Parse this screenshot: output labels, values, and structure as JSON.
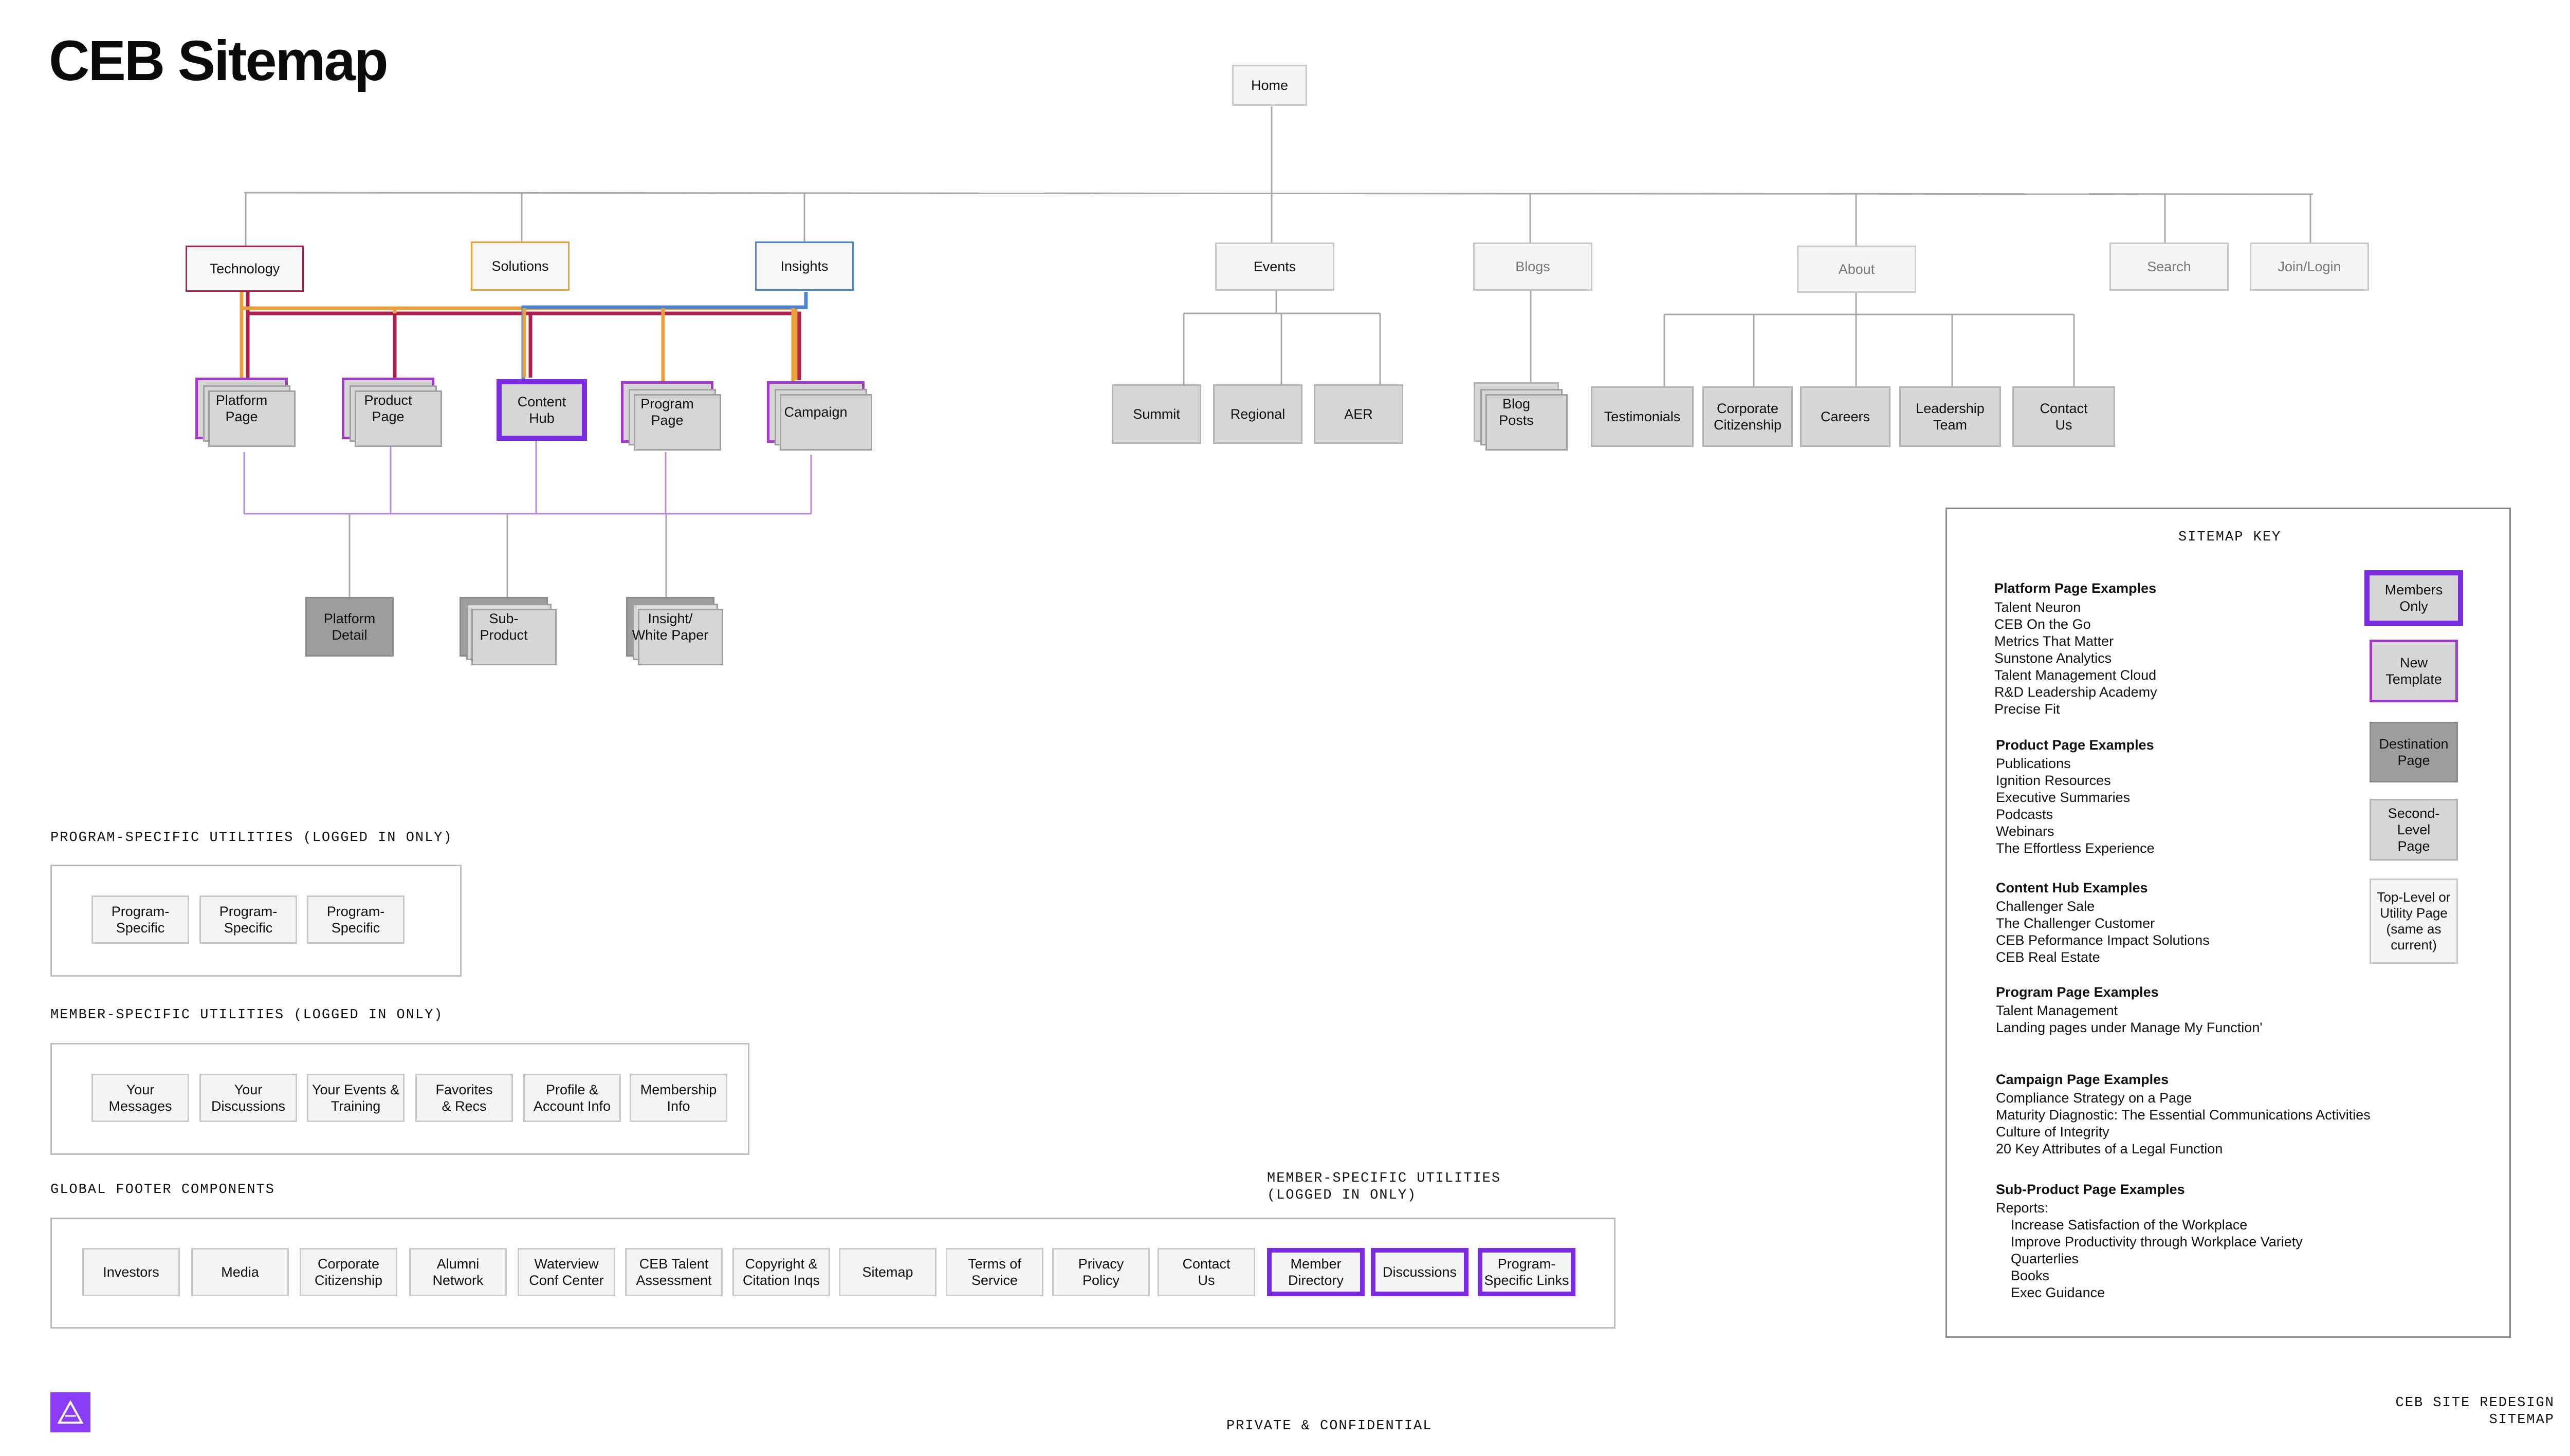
{
  "title": "CEB Sitemap",
  "home": "Home",
  "top_level": {
    "technology": "Technology",
    "solutions": "Solutions",
    "insights": "Insights",
    "events": "Events",
    "blogs": "Blogs",
    "about": "About",
    "search": "Search",
    "join_login": "Join/Login"
  },
  "template_pages": {
    "platform": "Platform\nPage",
    "product": "Product\nPage",
    "content_hub": "Content\nHub",
    "program": "Program\nPage",
    "campaign": "Campaign"
  },
  "destinations": {
    "platform_detail": "Platform\nDetail",
    "sub_product": "Sub-\nProduct",
    "insight": "Insight/\nWhite Paper"
  },
  "events_children": [
    "Summit",
    "Regional",
    "AER"
  ],
  "blog_child": "Blog\nPosts",
  "about_children": [
    "Testimonials",
    "Corporate\nCitizenship",
    "Careers",
    "Leadership\nTeam",
    "Contact\nUs"
  ],
  "program_utilities": {
    "heading": "PROGRAM-SPECIFIC UTILITIES (LOGGED IN ONLY)",
    "items": [
      "Program-\nSpecific",
      "Program-\nSpecific",
      "Program-\nSpecific"
    ]
  },
  "member_utilities": {
    "heading": "MEMBER-SPECIFIC UTILITIES (LOGGED IN ONLY)",
    "items": [
      "Your\nMessages",
      "Your\nDiscussions",
      "Your Events &\nTraining",
      "Favorites\n& Recs",
      "Profile &\nAccount Info",
      "Membership\nInfo"
    ]
  },
  "footer": {
    "heading": "GLOBAL FOOTER COMPONENTS",
    "member_heading": "MEMBER-SPECIFIC UTILITIES\n(LOGGED IN ONLY)",
    "items": [
      "Investors",
      "Media",
      "Corporate\nCitizenship",
      "Alumni\nNetwork",
      "Waterview\nConf Center",
      "CEB Talent\nAssessment",
      "Copyright &\nCitation Inqs",
      "Sitemap",
      "Terms of\nService",
      "Privacy\nPolicy",
      "Contact\nUs"
    ],
    "member_items": [
      "Member\nDirectory",
      "Discussions",
      "Program-\nSpecific Links"
    ]
  },
  "key": {
    "title": "SITEMAP KEY",
    "sections": [
      {
        "heading": "Platform Page Examples",
        "items": [
          "Talent Neuron",
          "CEB On the Go",
          "Metrics That Matter",
          "Sunstone Analytics",
          "Talent Management Cloud",
          "R&D Leadership Academy",
          "Precise Fit"
        ]
      },
      {
        "heading": "Product Page Examples",
        "items": [
          "Publications",
          "Ignition Resources",
          "Executive Summaries",
          "Podcasts",
          "Webinars",
          "The Effortless Experience"
        ]
      },
      {
        "heading": "Content Hub Examples",
        "items": [
          "Challenger Sale",
          "The Challenger Customer",
          "CEB Peformance Impact Solutions",
          "CEB Real Estate"
        ]
      },
      {
        "heading": "Program Page Examples",
        "items": [
          "Talent Management",
          "Landing pages under Manage My Function'"
        ]
      },
      {
        "heading": "Campaign Page Examples",
        "items": [
          "Compliance Strategy on a Page",
          "Maturity Diagnostic: The Essential Communications Activities",
          "Culture of Integrity",
          "20 Key Attributes of a Legal Function"
        ]
      },
      {
        "heading": "Sub-Product Page Examples",
        "items": [
          "Reports:",
          "Increase Satisfaction of the Workplace",
          "Improve Productivity through Workplace Variety",
          "Quarterlies",
          "Books",
          "Exec Guidance"
        ]
      }
    ],
    "legend": [
      "Members\nOnly",
      "New\nTemplate",
      "Destination\nPage",
      "Second-\nLevel\nPage",
      "Top-Level or\nUtility Page\n(same as\ncurrent)"
    ]
  },
  "confidential": "PRIVATE & CONFIDENTIAL",
  "project": "CEB SITE REDESIGN\nSITEMAP",
  "colors": {
    "members_only": "#7a2be0",
    "new_template": "#a13bcc",
    "technology": "#b01e4a",
    "solutions": "#e8a13a",
    "insights": "#4f86d4",
    "connector": "#b98be0"
  },
  "logo_icon": "triangle-logo-icon"
}
